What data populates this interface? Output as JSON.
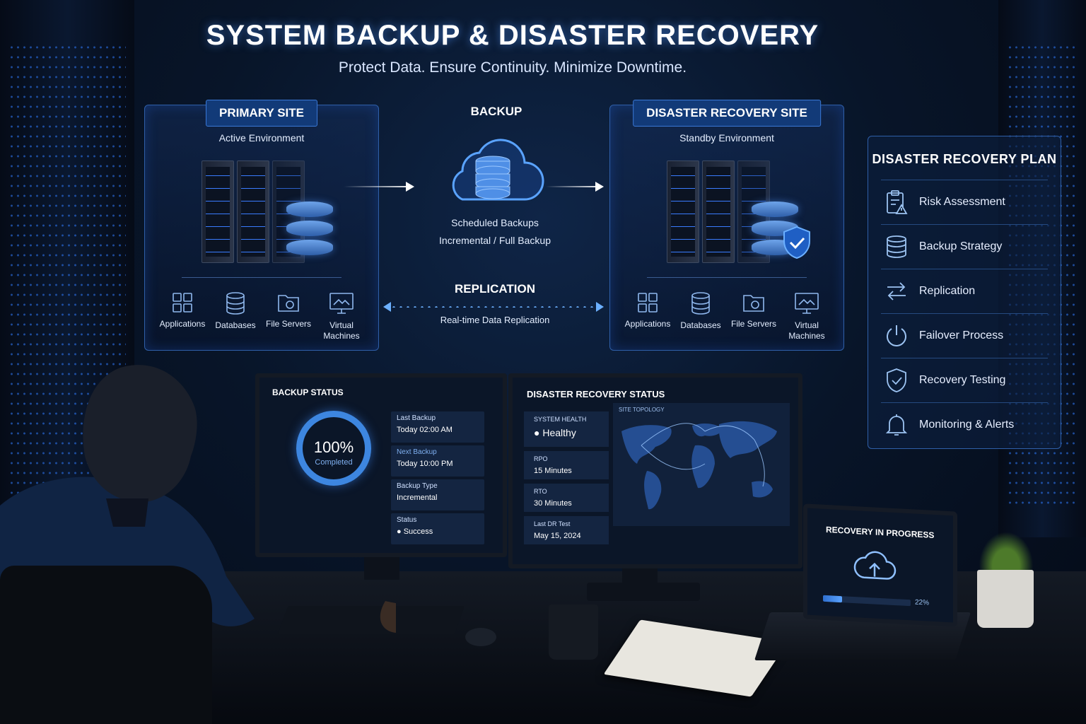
{
  "header": {
    "title": "SYSTEM BACKUP & DISASTER RECOVERY",
    "subtitle": "Protect Data. Ensure Continuity. Minimize Downtime."
  },
  "primary_site": {
    "tag": "PRIMARY SITE",
    "environment": "Active Environment",
    "resources": [
      "Applications",
      "Databases",
      "File Servers",
      "Virtual Machines"
    ]
  },
  "dr_site": {
    "tag": "DISASTER RECOVERY SITE",
    "environment": "Standby Environment",
    "resources": [
      "Applications",
      "Databases",
      "File Servers",
      "Virtual Machines"
    ]
  },
  "backup": {
    "label": "BACKUP",
    "line1": "Scheduled Backups",
    "line2": "Incremental / Full Backup"
  },
  "replication": {
    "label": "REPLICATION",
    "sub": "Real-time Data Replication"
  },
  "plan": {
    "title": "DISASTER RECOVERY PLAN",
    "items": [
      {
        "label": "Risk Assessment",
        "icon": "clipboard-warning-icon"
      },
      {
        "label": "Backup Strategy",
        "icon": "database-icon"
      },
      {
        "label": "Replication",
        "icon": "swap-arrows-icon"
      },
      {
        "label": "Failover Process",
        "icon": "power-icon"
      },
      {
        "label": "Recovery Testing",
        "icon": "shield-check-icon"
      },
      {
        "label": "Monitoring & Alerts",
        "icon": "bell-icon"
      }
    ]
  },
  "backup_status": {
    "title": "BACKUP STATUS",
    "percent": "100%",
    "percent_label": "Completed",
    "stats": [
      {
        "key": "Last Backup",
        "value": "Today 02:00 AM"
      },
      {
        "key": "Next Backup",
        "value": "Today 10:00 PM"
      },
      {
        "key": "Backup Type",
        "value": "Incremental"
      },
      {
        "key": "Status",
        "value": "Success"
      }
    ]
  },
  "dr_status": {
    "title": "DISASTER RECOVERY STATUS",
    "health_key": "SYSTEM HEALTH",
    "health_value": "Healthy",
    "map_label": "SITE TOPOLOGY",
    "stats": [
      {
        "key": "RPO",
        "value": "15 Minutes"
      },
      {
        "key": "RTO",
        "value": "30 Minutes"
      },
      {
        "key": "Last DR Test",
        "value": "May 15, 2024"
      }
    ]
  },
  "recovery": {
    "title": "RECOVERY IN PROGRESS",
    "percent_text": "22%",
    "progress": 0.22
  },
  "colors": {
    "accent": "#3d86e0",
    "success": "#3fd47a",
    "panel_border": "#2f5fa8"
  }
}
